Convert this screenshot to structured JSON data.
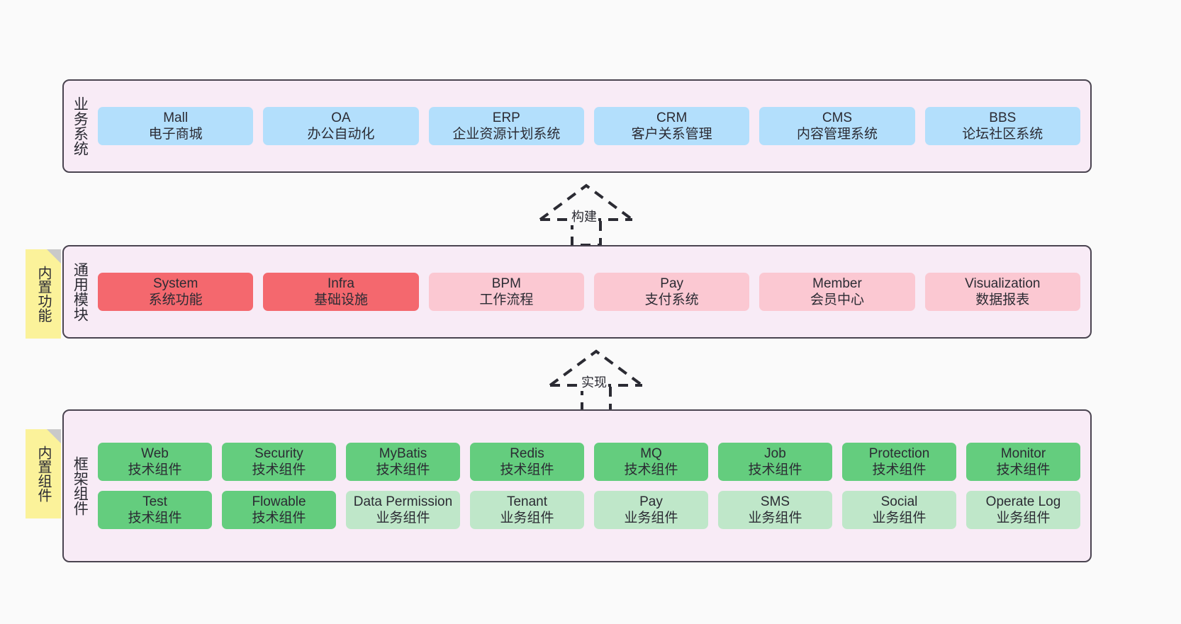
{
  "diagram": {
    "background_color": "#fafafa",
    "panel_color": "#f8ebf6",
    "panel_border_color": "#4a4450",
    "note_color": "#fbf29a",
    "colors": {
      "blue": "#b3dffc",
      "red": "#f4686e",
      "pink": "#fbc8d2",
      "green": "#64cd7e",
      "green_light": "#bfe7c9"
    }
  },
  "layers": {
    "business": {
      "label": "业务系统",
      "items": [
        {
          "title": "Mall",
          "sub": "电子商城",
          "color": "blue"
        },
        {
          "title": "OA",
          "sub": "办公自动化",
          "color": "blue"
        },
        {
          "title": "ERP",
          "sub": "企业资源计划系统",
          "color": "blue"
        },
        {
          "title": "CRM",
          "sub": "客户关系管理",
          "color": "blue"
        },
        {
          "title": "CMS",
          "sub": "内容管理系统",
          "color": "blue"
        },
        {
          "title": "BBS",
          "sub": "论坛社区系统",
          "color": "blue"
        }
      ]
    },
    "modules": {
      "label": "通用模块",
      "note": "内置功能",
      "items": [
        {
          "title": "System",
          "sub": "系统功能",
          "color": "red"
        },
        {
          "title": "Infra",
          "sub": "基础设施",
          "color": "red"
        },
        {
          "title": "BPM",
          "sub": "工作流程",
          "color": "pink"
        },
        {
          "title": "Pay",
          "sub": "支付系统",
          "color": "pink"
        },
        {
          "title": "Member",
          "sub": "会员中心",
          "color": "pink"
        },
        {
          "title": "Visualization",
          "sub": "数据报表",
          "color": "pink"
        }
      ]
    },
    "framework": {
      "label": "框架组件",
      "note": "内置组件",
      "row1": [
        {
          "title": "Web",
          "sub": "技术组件",
          "color": "green"
        },
        {
          "title": "Security",
          "sub": "技术组件",
          "color": "green"
        },
        {
          "title": "MyBatis",
          "sub": "技术组件",
          "color": "green"
        },
        {
          "title": "Redis",
          "sub": "技术组件",
          "color": "green"
        },
        {
          "title": "MQ",
          "sub": "技术组件",
          "color": "green"
        },
        {
          "title": "Job",
          "sub": "技术组件",
          "color": "green"
        },
        {
          "title": "Protection",
          "sub": "技术组件",
          "color": "green"
        },
        {
          "title": "Monitor",
          "sub": "技术组件",
          "color": "green"
        }
      ],
      "row2": [
        {
          "title": "Test",
          "sub": "技术组件",
          "color": "green"
        },
        {
          "title": "Flowable",
          "sub": "技术组件",
          "color": "green"
        },
        {
          "title": "Data Permission",
          "sub": "业务组件",
          "color": "green_light",
          "wrap": true
        },
        {
          "title": "Tenant",
          "sub": "业务组件",
          "color": "green_light"
        },
        {
          "title": "Pay",
          "sub": "业务组件",
          "color": "green_light"
        },
        {
          "title": "SMS",
          "sub": "业务组件",
          "color": "green_light"
        },
        {
          "title": "Social",
          "sub": "业务组件",
          "color": "green_light"
        },
        {
          "title": "Operate Log",
          "sub": "业务组件",
          "color": "green_light"
        }
      ]
    }
  },
  "arrows": [
    {
      "label": "构建",
      "from": "modules",
      "to": "business"
    },
    {
      "label": "实现",
      "from": "framework",
      "to": "modules"
    }
  ]
}
